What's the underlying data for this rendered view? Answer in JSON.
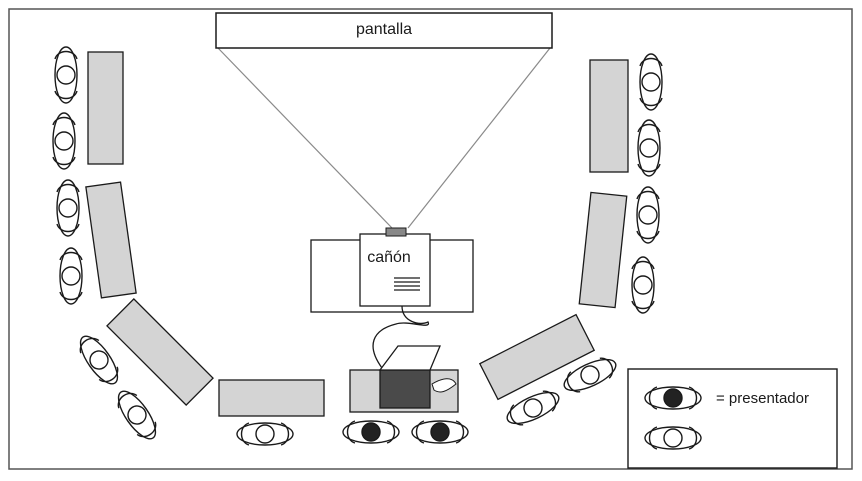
{
  "screen_label": "pantalla",
  "projector_label": "cañón",
  "legend": {
    "presenter_label": "= presentador"
  },
  "colors": {
    "paper": "#ffffff",
    "ink": "#1a1a1a",
    "table_fill": "#d4d4d4",
    "laptop_fill": "#4a4a4a",
    "presenter_fill": "#222222",
    "beam": "#8a8a8a"
  }
}
